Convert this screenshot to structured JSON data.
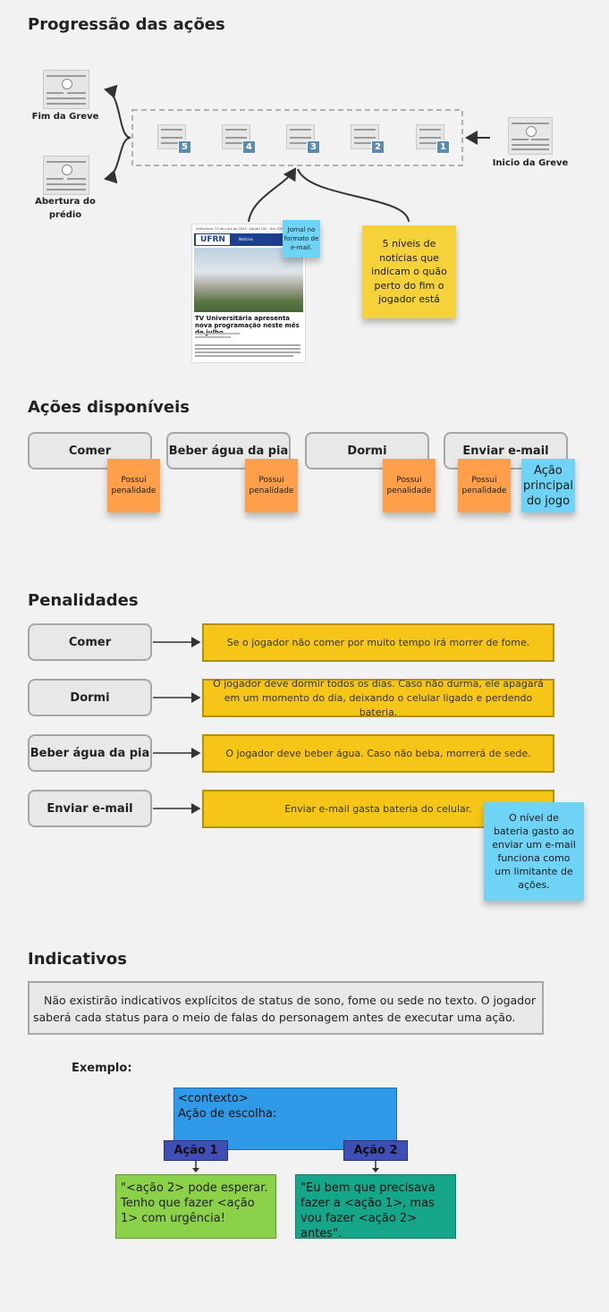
{
  "colors": {
    "sticky_orange": "#ff9f4a",
    "sticky_blue": "#6fd3f5",
    "sticky_yellow": "#f5d23a",
    "penalty_yellow": "#f5c518",
    "choice_blue": "#2f9ae8",
    "tag_indigo": "#3f4fb5",
    "opt_green": "#8cd14a",
    "opt_teal": "#15a68a"
  },
  "section1": {
    "title": "Progressão das ações",
    "fim": "Fim da Greve",
    "abertura": "Abertura do prédio",
    "inicio": "Inicio da Greve",
    "levels": [
      "5",
      "4",
      "3",
      "2",
      "1"
    ],
    "note_email": "Jornal no formato de e-mail.",
    "note_levels": "5 níveis de notícias que indicam o quão perto do fim o jogador está",
    "newspaper": {
      "date": "Sexta-feira, 15 de julho de 2024 - Edição 100 - Ano XXIV",
      "logo": "UFRN",
      "nav": "Notícias",
      "headline": "TV Universitária apresenta nova programação neste mês de julho"
    }
  },
  "section2": {
    "title": "Ações disponíveis",
    "actions": [
      "Comer",
      "Beber água da pia",
      "Dormi",
      "Enviar e-mail"
    ],
    "penalty_note": "Possui penalidade",
    "main_note": "Ação principal do jogo"
  },
  "section3": {
    "title": "Penalidades",
    "rows": [
      {
        "action": "Comer",
        "text": "Se o jogador não comer por muito tempo irá morrer de fome."
      },
      {
        "action": "Dormi",
        "text": "O jogador deve dormir todos os dias. Caso não durma, ele apagará em um momento do dia, deixando o celular ligado e perdendo bateria."
      },
      {
        "action": "Beber água da pia",
        "text": "O jogador deve beber água. Caso não beba, morrerá de sede."
      },
      {
        "action": "Enviar e-mail",
        "text": "Enviar e-mail gasta bateria do celular."
      }
    ],
    "battery_note": "O nível de bateria gasto ao enviar um e-mail funciona como um limitante de ações."
  },
  "section4": {
    "title": "Indicativos",
    "description": "Não existirão indicativos explícitos de status de sono, fome ou sede no texto. O jogador saberá cada status para o meio de falas do personagem antes de executar uma ação.",
    "example_label": "Exemplo:",
    "context": "<contexto>",
    "choice": "Ação de escolha:",
    "action1": "Ação 1",
    "action2": "Ação 2",
    "option1": "\"<ação 2> pode esperar. Tenho que fazer  <ação 1> com urgência!",
    "option2": "\"Eu bem que precisava fazer a <ação 1>, mas vou fazer <ação 2> antes\"."
  }
}
